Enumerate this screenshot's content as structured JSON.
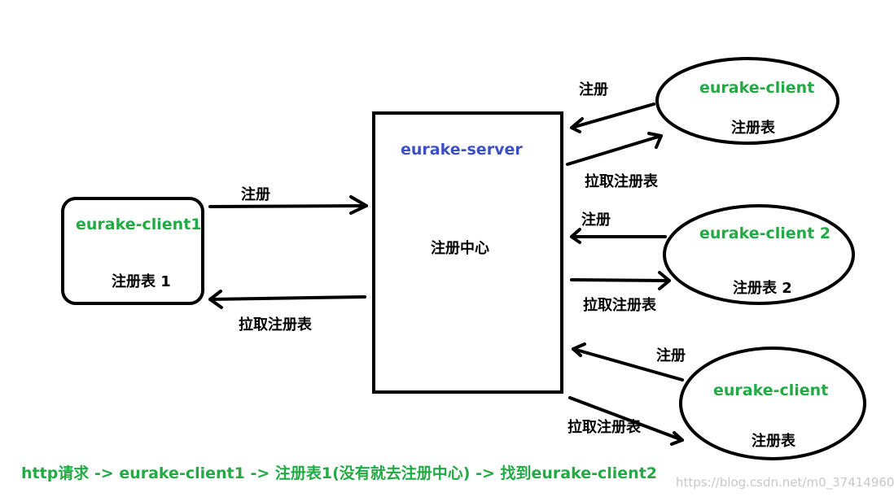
{
  "server": {
    "name": "eurake-server",
    "center_label": "注册中心"
  },
  "client1": {
    "name": "eurake-client1",
    "table": "注册表 1"
  },
  "client1_arrows": {
    "register": "注册",
    "pull": "拉取注册表"
  },
  "client_top": {
    "name": "eurake-client",
    "table": "注册表"
  },
  "client_top_arrows": {
    "register": "注册",
    "pull": "拉取注册表"
  },
  "client2": {
    "name": "eurake-client 2",
    "table": "注册表 2"
  },
  "client2_arrows": {
    "register": "注册",
    "pull": "拉取注册表"
  },
  "client_bottom": {
    "name": "eurake-client",
    "table": "注册表"
  },
  "client_bottom_arrows": {
    "register": "注册",
    "pull": "拉取注册表"
  },
  "footer_note": "http请求 -> eurake-client1 -> 注册表1(没有就去注册中心) -> 找到eurake-client2",
  "watermark": "https://blog.csdn.net/m0_37414960",
  "colors": {
    "client_text": "#22aa44",
    "server_text": "#3d4fc4",
    "ink": "#000000"
  }
}
